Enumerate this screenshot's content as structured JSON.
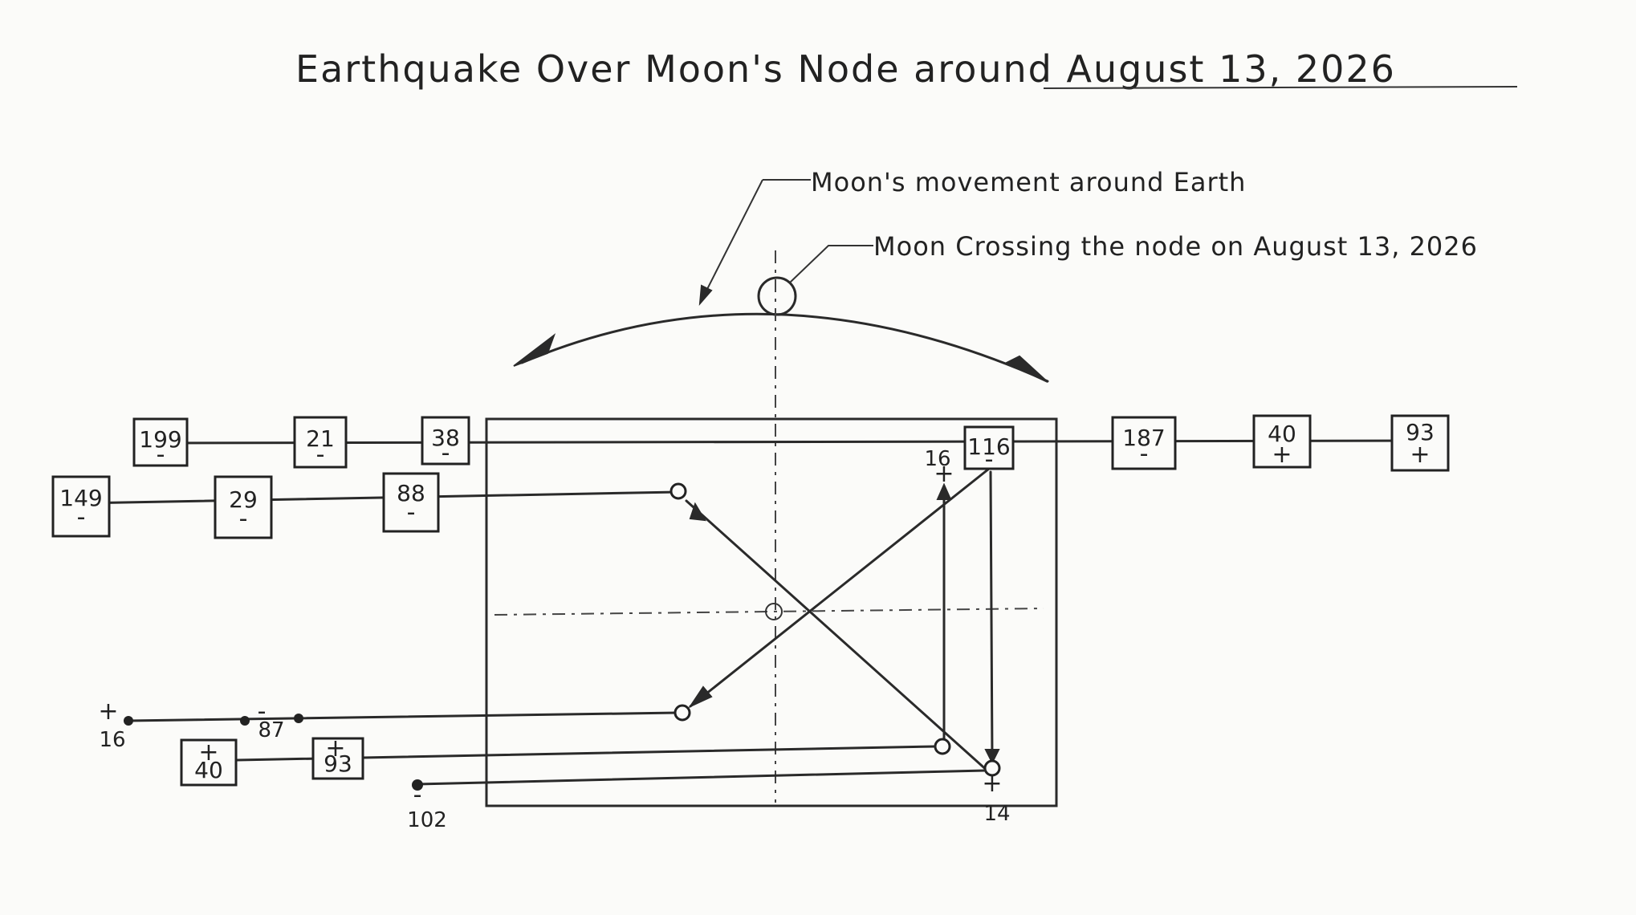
{
  "title": "Earthquake Over Moon's Node around August 13, 2026",
  "annotations": {
    "moon_movement": "Moon's movement around Earth",
    "moon_crossing": "Moon Crossing the node on August 13, 2026"
  },
  "top_row": [
    {
      "value": "199",
      "sign": "-"
    },
    {
      "value": "21",
      "sign": "-"
    },
    {
      "value": "38",
      "sign": "-"
    },
    {
      "value": "116",
      "sign": "-"
    },
    {
      "value": "187",
      "sign": "-"
    },
    {
      "value": "40",
      "sign": "+"
    },
    {
      "value": "93",
      "sign": "+"
    }
  ],
  "second_row": [
    {
      "value": "149",
      "sign": "-"
    },
    {
      "value": "29",
      "sign": "-"
    },
    {
      "value": "88",
      "sign": "-"
    }
  ],
  "bottom_left_boxes": [
    {
      "value": "40",
      "sign": "+"
    },
    {
      "value": "93",
      "sign": "+"
    }
  ],
  "point_labels": {
    "p16_left": {
      "value": "16",
      "sign": "+"
    },
    "p87": {
      "value": "87",
      "sign": "-"
    },
    "p102": {
      "value": "102",
      "sign": "-"
    },
    "p14": {
      "value": "14",
      "sign": "+"
    },
    "p16_right": {
      "value": "16",
      "sign": "+"
    }
  }
}
